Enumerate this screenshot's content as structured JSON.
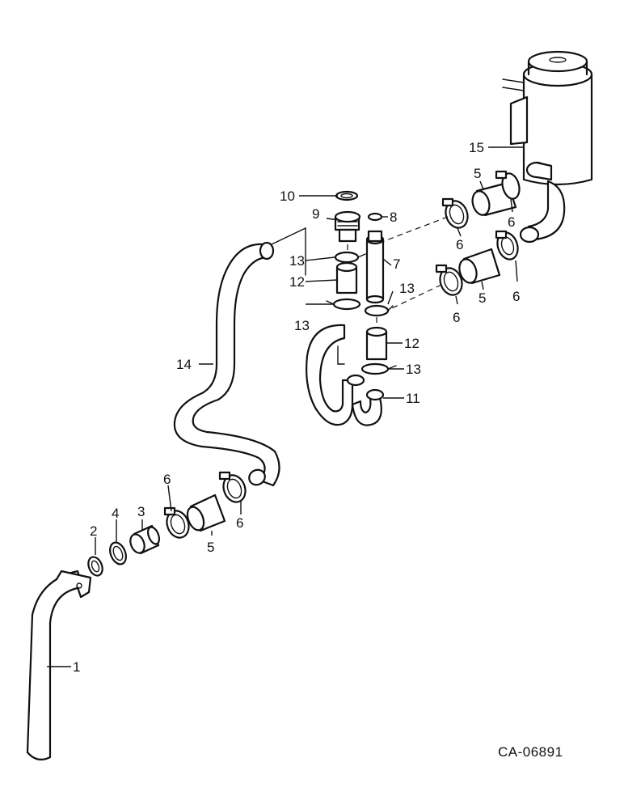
{
  "callouts": {
    "c1": "1",
    "c2": "2",
    "c3": "3",
    "c4": "4",
    "c5a": "5",
    "c5b": "5",
    "c5c": "5",
    "c6a": "6",
    "c6b": "6",
    "c6c": "6",
    "c6d": "6",
    "c6e": "6",
    "c6f": "6",
    "c7": "7",
    "c8": "8",
    "c9": "9",
    "c10": "10",
    "c11": "11",
    "c12a": "12",
    "c12b": "12",
    "c13a": "13",
    "c13b": "13",
    "c13c": "13",
    "c13d": "13",
    "c14": "14",
    "c15": "15"
  },
  "figure_ref": "CA-06891"
}
